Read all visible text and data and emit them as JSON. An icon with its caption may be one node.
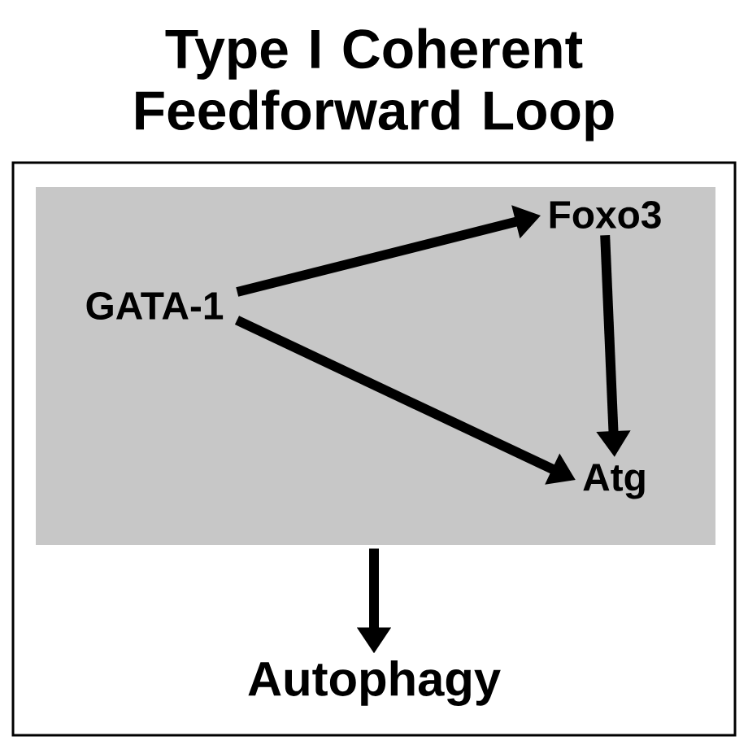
{
  "diagram": {
    "title": "Type I Coherent Feedforward Loop",
    "nodes": [
      {
        "text": [],
        "shape": "box"
      },
      {
        "text": [],
        "shape": "box",
        "in": 0
      },
      {
        "text": [
          "GATA-1"
        ],
        "in": 1
      },
      {
        "text": [
          "Foxo3"
        ],
        "in": 1
      },
      {
        "text": [
          "Atg"
        ],
        "in": 1
      },
      {
        "text": [
          "Autophagy"
        ],
        "in": 0
      }
    ],
    "edges": [
      {
        "from": 2,
        "to": 3,
        "arrow": "to"
      },
      {
        "from": 2,
        "to": 4,
        "arrow": "to"
      },
      {
        "from": 3,
        "to": 4,
        "arrow": "to"
      },
      {
        "from": 1,
        "to": 5,
        "arrow": "to"
      }
    ]
  }
}
